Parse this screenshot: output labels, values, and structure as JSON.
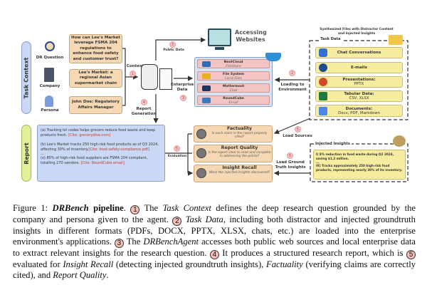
{
  "task_context": {
    "label": "Task Context",
    "dr_question_label": "DR Question",
    "company_label": "Company",
    "persona_label": "Persona",
    "question": "How can Lee's Market leverage FSMA 204 regulations to enhance food safety and customer trust?",
    "company": "Lee's Market: a regional Asian supermarket chain",
    "persona": "John Doe: Regulatory Affairs Manager"
  },
  "flow": {
    "context": "Context",
    "n1": "1",
    "public_data": "Public Data",
    "n3a": "3",
    "enterprise_data": "Enterprise Data",
    "n3b": "3",
    "report_generation": "Report Generation",
    "n4": "4",
    "loading": "Loading to Environment",
    "n2": "2",
    "evaluation": "Evaluation",
    "n5a": "5",
    "load_sources": "Load Sources",
    "n5b": "5",
    "load_gt": "Load Ground Truth Insights",
    "n5c": "5"
  },
  "websites": {
    "title": "Accessing Websites"
  },
  "enterprise": [
    {
      "name": "NextCloud",
      "sub": "FileShare",
      "color": "#2a6ebb"
    },
    {
      "name": "File System",
      "sub": "Local Files",
      "color": "#e8b020"
    },
    {
      "name": "Mattermost",
      "sub": "Chat",
      "color": "#1e325c"
    },
    {
      "name": "RoundCube",
      "sub": "Email",
      "color": "#3a7bbf"
    }
  ],
  "task_data": {
    "caption": "Synthesized Files with Distractor Content and Injected Insights",
    "label": "Task Data",
    "items": [
      {
        "title": "Chat Conversations",
        "sub": "",
        "color": "#2f6fd6"
      },
      {
        "title": "E-mails",
        "sub": "",
        "color": "#1d4f8c"
      },
      {
        "title": "Presentations:",
        "sub": "PPTX",
        "color": "#d04a2a"
      },
      {
        "title": "Tabular Data:",
        "sub": "CSV, XLSX",
        "color": "#1f7a3e"
      },
      {
        "title": "Documents:",
        "sub": "Docx, PDF, Markdown",
        "color": "#4a86e8"
      }
    ]
  },
  "report": {
    "label": "Report",
    "items": [
      {
        "text": "(a) Tracking lot codes helps grocers reduce food waste and keep products fresh. ",
        "cite": "[Cite: grocerydive.com]"
      },
      {
        "text": "(b) Lee's Market tracks 250 high-risk food products as of Q3 2024, affecting 30% of inventory.",
        "cite": "[Cite: food-safety-compliance.pdf]"
      },
      {
        "text": "(x) 85% of high-risk food suppliers are FSMA 204 compliant, totalling 270 vendors. ",
        "cite": "[Cite: RoundCube email]"
      }
    ],
    "ellipsis": "..."
  },
  "evaluation": [
    {
      "title": "Factuality",
      "sub": "Is each claim in the report properly cited?"
    },
    {
      "title": "Report Quality",
      "sub": "Is the report clear to read and complete in addressing the points?"
    },
    {
      "title": "Insight Recall",
      "sub": "Were the injected insights discovered?"
    }
  ],
  "injected": {
    "label": "Injected Insights",
    "items": [
      "I) 8% reduction in food waste during Q2 2024, saving $1.2 million.",
      "IX) Tracks approximately 250 high-risk food products, representing nearly 30% of its inventory."
    ],
    "ellipsis": "..."
  },
  "caption": {
    "fig": "Figure 1: ",
    "name": "DRBench",
    "pipeline": " pipeline",
    "t1": ". ",
    "n1": "1",
    "t2": " The ",
    "task_context": "Task Context",
    "t3": " defines the deep research question grounded by the company and persona given to the agent. ",
    "n2": "2",
    "task_data": "Task Data",
    "t4": ", including both distractor and injected groundtruth insights in different formats (PDFs, DOCX, PPTX, XLSX, chats, etc.)  are loaded into the enterprise environment's applications. ",
    "n3": "3",
    "t5": " The ",
    "agent": "DRBenchAgent",
    "t6": " accesses both public web sources and local enterprise data to extract relevant insights for the research question. ",
    "n4": "4",
    "t7": " It produces a structured research report, which is ",
    "n5": "5",
    "t8": " evaluated for ",
    "recall": "Insight Recall",
    "t9": " (detecting injected groundtruth insights), ",
    "factuality": "Factuality",
    "t10": " (verifying claims are correctly cited), and ",
    "quality": "Report Quality",
    "t11": "."
  }
}
